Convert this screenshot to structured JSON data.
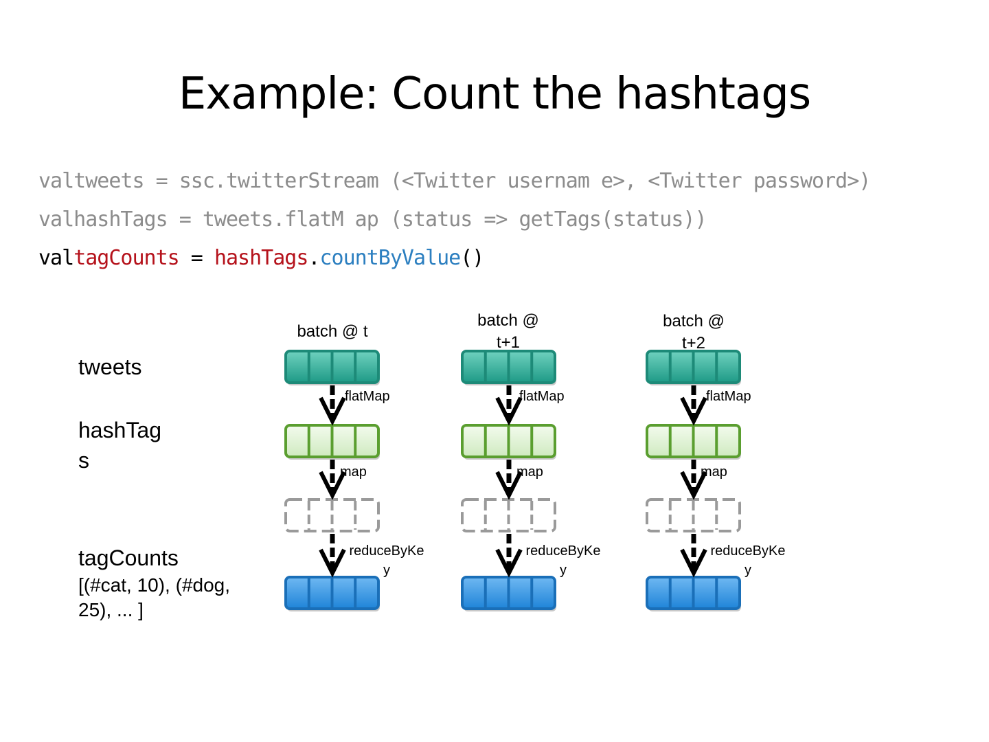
{
  "title": "Example: Count the hashtags",
  "code": {
    "line1": "valtweets = ssc.twitterStream (<Twitter usernam e>, <Twitter password>)",
    "line2": "valhashTags = tweets.flatM ap (status => getTags(status))",
    "line3": {
      "kw": "val",
      "var": "tagCounts",
      "eq": " = ",
      "src": "hashTags",
      "dot": ".",
      "method": "countByValue",
      "parens": "()"
    }
  },
  "rows": {
    "tweets": "tweets",
    "hashtags": "hashTag\ns",
    "tagcounts": "tagCounts",
    "tagcounts_example": "[(#cat, 10), (#dog,\n25), ... ]"
  },
  "batches": [
    {
      "label": "batch @ t"
    },
    {
      "label": "batch @\nt+1"
    },
    {
      "label": "batch @\nt+2"
    }
  ],
  "ops": {
    "flatmap": "flatMap",
    "map": "map",
    "reduce": "reduceByKe\ny"
  },
  "colors": {
    "tweets_fill": "#2ba896",
    "tweets_border": "#1d8a78",
    "hashtags_fill": "#dff2d4",
    "hashtags_border": "#5a9e2f",
    "counts_fill": "#2a8ee0",
    "counts_border": "#1a6fb8",
    "intermediate_border": "#9a9a9a"
  }
}
